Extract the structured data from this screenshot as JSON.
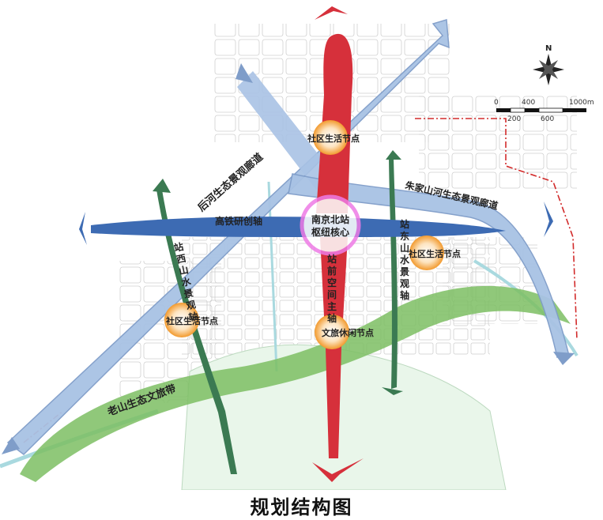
{
  "caption": "规划结构图",
  "hub": {
    "line1": "南京北站",
    "line2": "枢纽核心"
  },
  "axes": {
    "rail_innovation": "高铁研创轴",
    "station_front": [
      "站",
      "前",
      "空",
      "间",
      "主",
      "轴"
    ],
    "west_landscape": [
      "站",
      "西",
      "山",
      "水",
      "景",
      "观",
      "轴"
    ],
    "east_landscape": [
      "站",
      "东",
      "山",
      "水",
      "景",
      "观",
      "轴"
    ]
  },
  "corridors": {
    "houhe": "后河生态景观廊道",
    "zhujiashan": "朱家山河生态景观廊道",
    "laoshan": "老山生态文旅带"
  },
  "nodes": {
    "community": "社区生活节点",
    "tourism": "文旅休闲节点"
  },
  "compass": {
    "north": "N"
  },
  "scalebar": {
    "top_labels": [
      "0",
      "400",
      "1000m"
    ],
    "bottom_labels": [
      "200",
      "600"
    ]
  },
  "colors": {
    "red_axis": "#d6303b",
    "blue_axis": "#3d6bb3",
    "light_blue": "#a8c2e4",
    "green_belt": "#7dbe63",
    "dark_green": "#3b7a52",
    "node_orange": "#f29a2e",
    "hub_ring": "#ee7be6"
  }
}
